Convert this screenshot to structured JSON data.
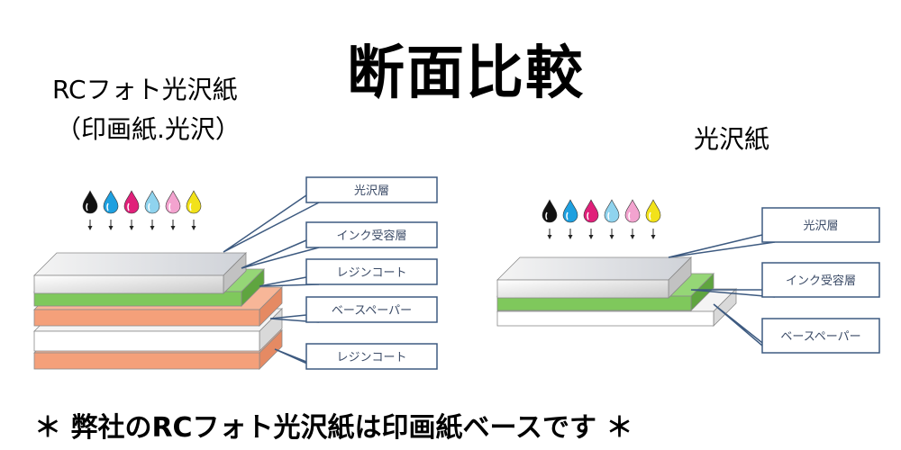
{
  "title": "断面比較",
  "left": {
    "title_line1": "RCフォト光沢紙",
    "title_line2": "（印画紙.光沢）",
    "labels": [
      "光沢層",
      "インク受容層",
      "レジンコート",
      "ベースペーパー",
      "レジンコート"
    ]
  },
  "right": {
    "title": "光沢紙",
    "labels": [
      "光沢層",
      "インク受容層",
      "ベースペーパー"
    ]
  },
  "footer": "＊ 弊社のRCフォト光沢紙は印画紙ベースです ＊",
  "ink_colors": [
    "#111111",
    "#1ea0e0",
    "#e0207a",
    "#8fd3ee",
    "#f3a3cf",
    "#f2e21a"
  ],
  "layer_colors": {
    "gloss": "#d6d6d6",
    "ink_receptive": "#7fc85c",
    "resin_coat": "#f4a07a",
    "base_paper": "#ffffff"
  }
}
